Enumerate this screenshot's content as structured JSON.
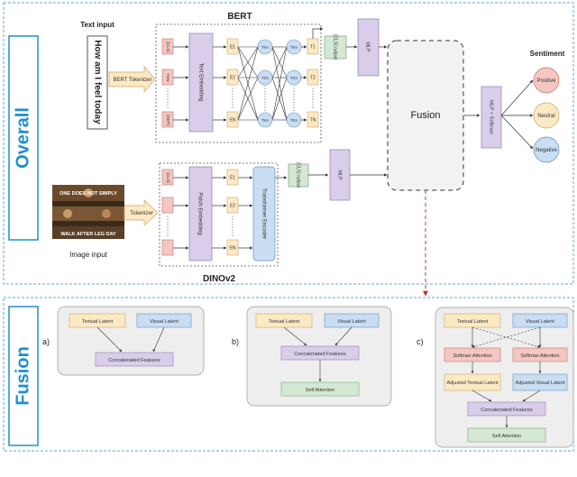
{
  "overall": {
    "section_label": "Overall",
    "text_input_label": "Text input",
    "text_input_sentence": "How am I feel today",
    "bert_tokenizer": "BERT Tokenizer",
    "bert_title": "BERT",
    "text_tokens": [
      "[CLS]",
      "How",
      "[SEP]"
    ],
    "text_embedding": "Text Embedding",
    "emb_tokens": [
      "E1",
      "E2",
      "EN"
    ],
    "trm_nodes": [
      "Trm",
      "Trm",
      "Trm",
      "Trm",
      "Trm",
      "Trm"
    ],
    "t_tokens": [
      "T1",
      "T2",
      "TN"
    ],
    "bert_cls_output": "[CLS] output",
    "text_mlp": "MLP",
    "image_input_label": "Image input",
    "meme_lines": [
      "ONE DOES NOT SIMPLY",
      "WALK AFTER LEG DAY"
    ],
    "image_tokenizer": "Tokenizer",
    "dino_title": "DINOv2",
    "patch_tokens": [
      "[CLS]"
    ],
    "patch_embedding": "Patch Embedding",
    "img_emb_tokens": [
      "E1",
      "E2",
      "EN"
    ],
    "transformer_encoder": "Transformer Encoder",
    "dino_cls_output": "[CLS] output",
    "image_mlp": "MLP",
    "fusion": "Fusion",
    "mlp_softmax": "MLP + Softmax",
    "sentiment_title": "Sentiment",
    "sentiments": [
      "Positive",
      "Neutral",
      "Negative"
    ]
  },
  "fusion_section": {
    "section_label": "Fusion",
    "variant_a": {
      "tag": "a)",
      "textual": "Textual Latent",
      "visual": "Visual Latent",
      "concat": "Concatenated Features"
    },
    "variant_b": {
      "tag": "b)",
      "textual": "Textual Latent",
      "visual": "Visual Latent",
      "concat": "Concatenated Features",
      "self_attention": "Self Attention"
    },
    "variant_c": {
      "tag": "c)",
      "textual": "Textual Latent",
      "visual": "Visual Latent",
      "softmax_1": "Softmax Attention",
      "softmax_2": "Softmax Attention",
      "adjusted_textual": "Adjusted Textual Latent",
      "adjusted_visual": "Adjusted Visual Latent",
      "concat": "Concatenated Features",
      "self_attention": "Self Attention"
    }
  },
  "colors": {
    "section_blue": "#1f8fcf",
    "pink": "#f4c7c3",
    "yellow": "#fde9c4",
    "purple": "#d9cdea",
    "blue_node": "#c9ddf3",
    "green": "#d5e8d4",
    "arrow_red": "#c0392b"
  }
}
